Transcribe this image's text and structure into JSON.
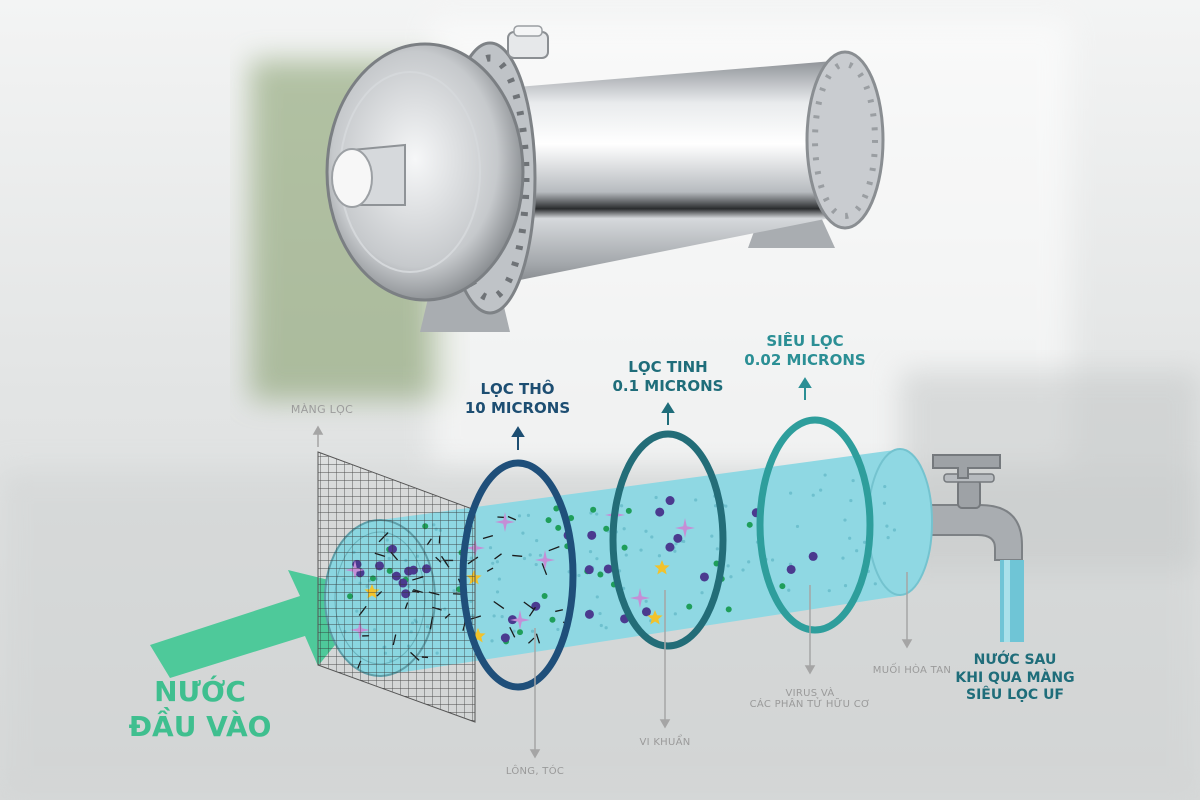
{
  "labels": {
    "mang_loc": "MÀNG LỌC",
    "loc_tho_line1": "LỌC THÔ",
    "loc_tho_line2": "10 MICRONS",
    "loc_tinh_line1": "LỌC TINH",
    "loc_tinh_line2": "0.1 MICRONS",
    "sieu_loc_line1": "SIÊU LỌC",
    "sieu_loc_line2": "0.02 MICRONS",
    "input_line1": "NƯỚC",
    "input_line2": "ĐẦU VÀO",
    "output_line1": "NƯỚC SAU",
    "output_line2": "KHI QUA MÀNG",
    "output_line3": "SIÊU LỌC UF",
    "long_toc": "LÔNG, TÓC",
    "vi_khuan": "VI KHUẨN",
    "virus_line1": "VIRUS VÀ",
    "virus_line2": "CÁC PHÂN TỬ HỮU CƠ",
    "muoi_hoa_tan": "MUỐI HÒA TAN"
  },
  "colors": {
    "arrow_green": "#4ec99a",
    "water": "#8fd8e3",
    "ring_dark": "#1f4f7a",
    "ring_mid": "#236d78",
    "ring_teal": "#2e9e9c",
    "text_dark": "#1d4e72",
    "text_mid": "#1f6d7a",
    "text_teal": "#2b8f95",
    "text_green": "#3fbf8f"
  }
}
